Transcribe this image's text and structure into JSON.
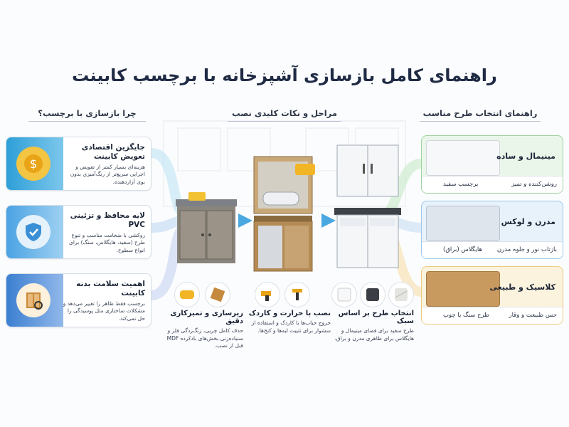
{
  "title": "راهنمای کامل بازسازی آشپزخانه با برچسب کابینت",
  "columns": {
    "why": "چرا بازسازی با برچسب؟",
    "steps": "مراحل و نکات کلیدی نصب",
    "guide": "راهنمای انتخاب طرح مناسب"
  },
  "why_cards": [
    {
      "title": "جایگزین اقتصادی تعویض کابینت",
      "text": "هزینه‌ای بسیار کمتر از تعویض و اجرایی سریع‌تر از رنگ‌آمیزی بدون بوی آزاردهنده.",
      "icon": "coin-icon",
      "color": "#2e9fd8"
    },
    {
      "title": "لایه محافظ و تزئینی PVC",
      "text": "روکشی با ضخامت مناسب و تنوع طرح (سفید، هایگلاس، سنگ) برای انواع سطوح.",
      "icon": "shield-icon",
      "color": "#4aa3e3"
    },
    {
      "title": "اهمیت سلامت بدنه کابینت",
      "text": "برچسب فقط ظاهر را تغییر می‌دهد و مشکلات ساختاری مثل پوسیدگی را حل نمی‌کند.",
      "icon": "cabinet-icon",
      "color": "#3b7fd1"
    }
  ],
  "guide_cards": [
    {
      "label": "مینیمال و ساده",
      "b1": "روشن‌کننده و تمیز",
      "b2": "برچسب سفید",
      "color": "#5fbf6b",
      "bg": "#eaf6ea"
    },
    {
      "label": "مدرن و لوکس",
      "b1": "بازتاب نور و جلوه مدرن",
      "b2": "هایگلاس (براق)",
      "color": "#4a9fd8",
      "bg": "#e8f2fb"
    },
    {
      "label": "کلاسیک و طبیعی",
      "b1": "حس طبیعت و وقار",
      "b2": "طرح سنگ یا چوب",
      "color": "#e9b43b",
      "bg": "#fcf3de"
    }
  ],
  "steps": [
    {
      "title": "زیرسازی و تمیزکاری دقیق",
      "text": "حذف کامل چربی، زنگ‌زدگی فلز و سنباده‌زنی بخش‌های بادکرده MDF قبل از نصب."
    },
    {
      "title": "نصب با حرارت و کاردک",
      "text": "خروج حباب‌ها با کاردک و استفاده از سشوار برای تثبیت لبه‌ها و کنج‌ها."
    },
    {
      "title": "انتخاب طرح بر اساس سبک",
      "text": "طرح سفید برای فضای مینیمال و هایگلاس برای ظاهری مدرن و براق."
    }
  ],
  "colors": {
    "title": "#1f2a44",
    "accent_blue": "#2e9fd8",
    "accent_green": "#5fbf6b",
    "accent_yellow": "#e9b43b"
  }
}
